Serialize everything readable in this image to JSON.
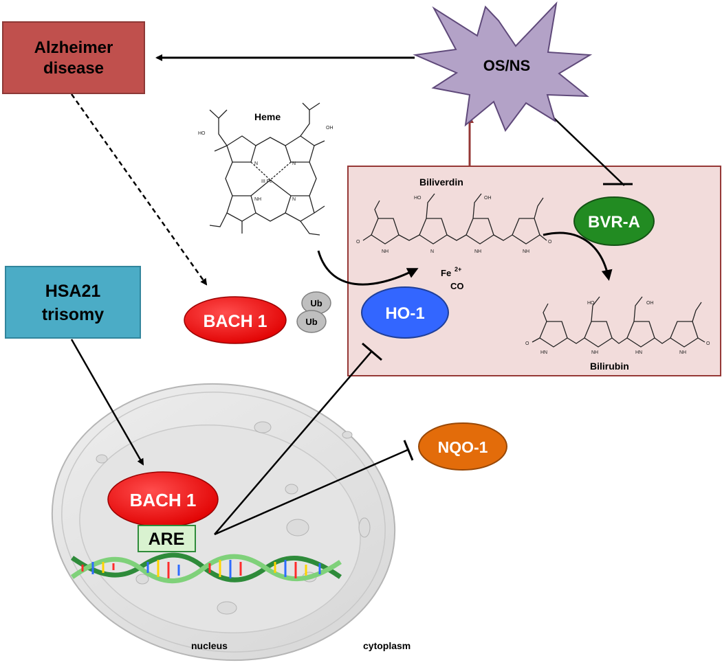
{
  "nodes": {
    "alzheimer": {
      "line1": "Alzheimer",
      "line2": "disease",
      "color": "#c0504d"
    },
    "osns": {
      "label": "OS/NS",
      "color": "#b3a2c7"
    },
    "hsa21": {
      "line1": "HSA21",
      "line2": "trisomy",
      "color": "#4bacc6"
    },
    "bach1_cyto": {
      "label": "BACH 1",
      "color": "#ff0000"
    },
    "bach1_nuc": {
      "label": "BACH 1",
      "color": "#ff0000"
    },
    "ub1": {
      "label": "Ub",
      "color": "#bfbfbf"
    },
    "ub2": {
      "label": "Ub",
      "color": "#bfbfbf"
    },
    "ho1": {
      "label": "HO-1",
      "color": "#3366ff"
    },
    "bvra": {
      "label": "BVR-A",
      "color": "#228b22"
    },
    "nqo1": {
      "label": "NQO-1",
      "color": "#e36c0a"
    },
    "are": {
      "label": "ARE",
      "color": "#d9f2d0"
    }
  },
  "molecules": {
    "heme": "Heme",
    "biliverdin": "Biliverdin",
    "bilirubin": "Bilirubin",
    "fe": "Fe",
    "fe_charge": "2+",
    "co": "CO",
    "heme_center": "III Fe",
    "heme_nh": "NH",
    "pyrrole_n": "N",
    "pyrrole_nh": "NH",
    "hn": "HN",
    "oh": "OH",
    "ho": "HO",
    "o": "O"
  },
  "compartments": {
    "nucleus": "nucleus",
    "cytoplasm": "cytoplasm",
    "reaction_box_color": "#f2dcdb"
  }
}
